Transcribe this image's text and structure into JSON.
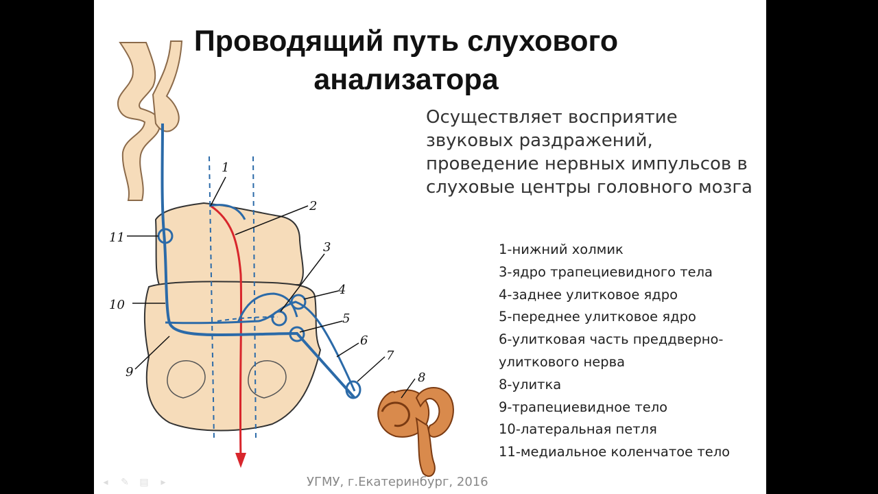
{
  "slide": {
    "title_line1": "Проводящий путь слухового",
    "title_line2": "анализатора",
    "description": "Осуществляет восприятие звуковых раздражений, проведение нервных импульсов в слуховые центры головного мозга",
    "legend": [
      "1-нижний холмик",
      "3-ядро трапециевидного тела",
      "4-заднее улитковое ядро",
      "5-переднее улитковое ядро",
      "6-улитковая часть преддверно-",
      "улиткового нерва",
      "8-улитка",
      "9-трапециевидное тело",
      "10-латеральная петля",
      "11-медиальное коленчатое тело"
    ],
    "diagram_labels": [
      "1",
      "2",
      "3",
      "4",
      "5",
      "6",
      "7",
      "8",
      "9",
      "10",
      "11"
    ],
    "footer": "УГМУ, г.Екатеринбург, 2016"
  },
  "colors": {
    "nerve": "#2b6aa8",
    "motor": "#d8262c",
    "tissue": "#f6dcba",
    "ear": "#c9753a"
  }
}
